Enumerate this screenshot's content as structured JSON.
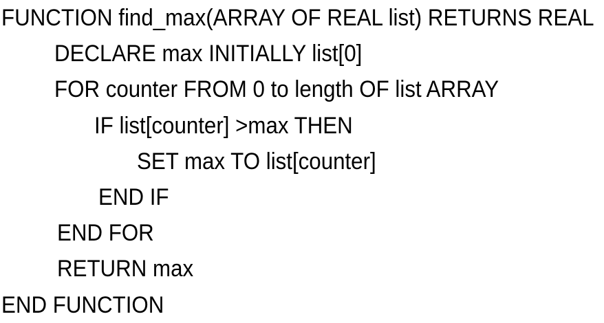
{
  "document": {
    "kind": "pseudocode-listing",
    "colors": {
      "text": "#000000",
      "background": "#ffffff"
    },
    "code": {
      "function_name": "find_max",
      "lines": [
        {
          "text": "FUNCTION find_max(ARRAY OF REAL list) RETURNS REAL",
          "indent_level": 0
        },
        {
          "text": "DECLARE max INITIALLY list[0]",
          "indent_level": 1
        },
        {
          "text": "FOR counter FROM 0 to length OF list ARRAY",
          "indent_level": 1
        },
        {
          "text": "IF list[counter] >max THEN",
          "indent_level": 2
        },
        {
          "text": "SET max TO list[counter]",
          "indent_level": 3
        },
        {
          "text": "END IF",
          "indent_level": 2
        },
        {
          "text": "END FOR",
          "indent_level": 1
        },
        {
          "text": "RETURN max",
          "indent_level": 1
        },
        {
          "text": "END FUNCTION",
          "indent_level": 0
        }
      ]
    }
  }
}
